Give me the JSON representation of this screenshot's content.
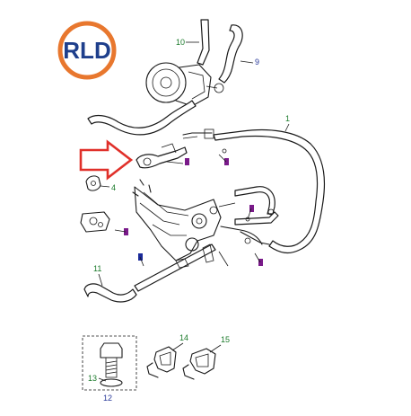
{
  "logo": {
    "text": "RLD",
    "ring_color": "#e8772e",
    "text_color": "#1e3f8c"
  },
  "callouts": [
    {
      "id": "c1",
      "text": "1",
      "color": "#1a7a2a"
    },
    {
      "id": "c4",
      "text": "4",
      "color": "#1a7a2a"
    },
    {
      "id": "c9",
      "text": "9",
      "color": "#2a3a9a"
    },
    {
      "id": "c10",
      "text": "10",
      "color": "#1a7a2a"
    },
    {
      "id": "c11",
      "text": "11",
      "color": "#1a7a2a"
    },
    {
      "id": "c12",
      "text": "12",
      "color": "#2a3a9a"
    },
    {
      "id": "c13",
      "text": "13",
      "color": "#1a7a2a"
    },
    {
      "id": "c14",
      "text": "14",
      "color": "#1a7a2a"
    },
    {
      "id": "c15",
      "text": "15",
      "color": "#1a7a2a"
    }
  ],
  "markers": [
    {
      "id": "m1",
      "color": "#7a1a8a"
    },
    {
      "id": "m2",
      "color": "#7a1a8a"
    },
    {
      "id": "m3",
      "color": "#7a1a8a"
    },
    {
      "id": "m4",
      "color": "#7a1a8a"
    },
    {
      "id": "m5",
      "color": "#7a1a8a"
    },
    {
      "id": "m6",
      "color": "#1a2a9a"
    }
  ],
  "arrow": {
    "color": "#e0302a"
  },
  "line_color": "#1a1a1a"
}
